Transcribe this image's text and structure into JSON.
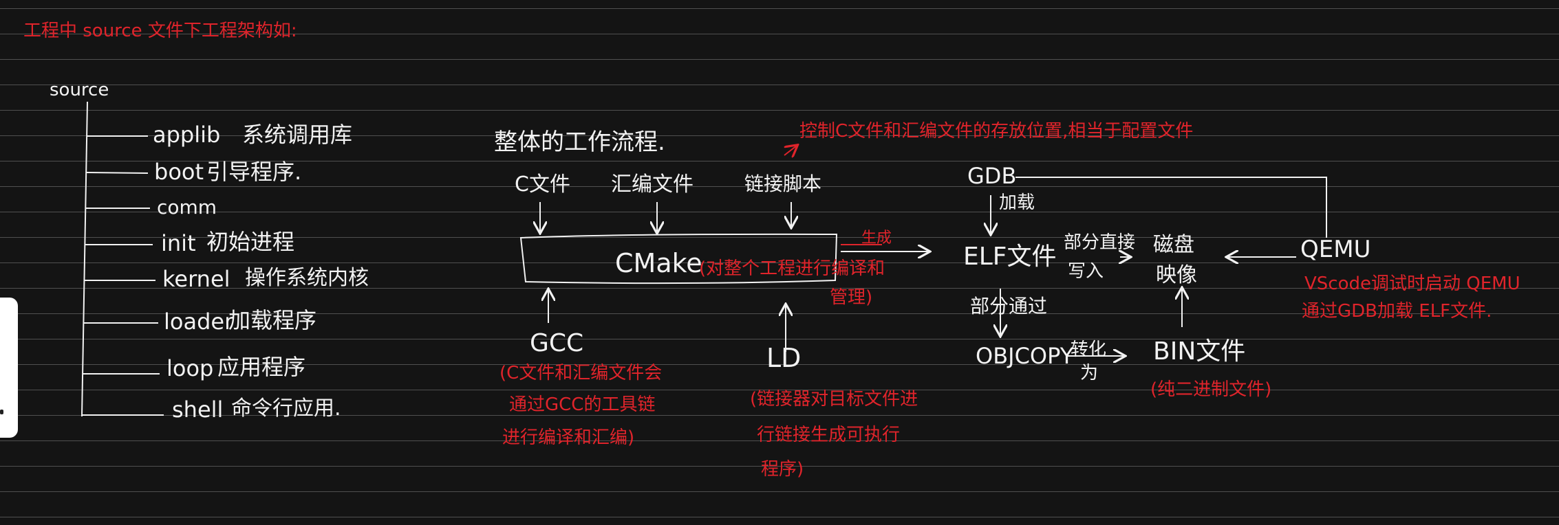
{
  "heading": "工程中 source 文件下工程架构如:",
  "tree": {
    "root": "source",
    "items": [
      {
        "name": "applib",
        "desc": "系统调用库"
      },
      {
        "name": "boot",
        "desc": "引导程序."
      },
      {
        "name": "comm",
        "desc": ""
      },
      {
        "name": "init",
        "desc": "初始进程"
      },
      {
        "name": "kernel",
        "desc": "操作系统内核"
      },
      {
        "name": "loader",
        "desc": "加载程序"
      },
      {
        "name": "loop",
        "desc": "应用程序"
      },
      {
        "name": "shell",
        "desc": "命令行应用."
      }
    ]
  },
  "workflow": {
    "title": "整体的工作流程.",
    "inputs": {
      "c_file": "C文件",
      "asm_file": "汇编文件",
      "link_script": "链接脚本"
    },
    "link_script_note": "控制C文件和汇编文件的存放位置,相当于配置文件",
    "cmake": "CMake",
    "cmake_note_line1": "(对整个工程进行编译和",
    "cmake_note_line2": "管理)",
    "generate_label": "生成",
    "gcc": "GCC",
    "gcc_note": [
      "(C文件和汇编文件会",
      "通过GCC的工具链",
      "进行编译和汇编)"
    ],
    "ld": "LD",
    "ld_note": [
      "(链接器对目标文件进",
      "行链接生成可执行",
      "程序)"
    ],
    "gdb": "GDB",
    "load_label": "加载",
    "elf": "ELF文件",
    "direct_write_line1": "部分直接",
    "direct_write_line2": "写入",
    "partial_via": "部分通过",
    "objcopy": "OBJCOPY",
    "convert_line1": "转化",
    "convert_line2": "为",
    "disk_line1": "磁盘",
    "disk_line2": "映像",
    "bin": "BIN文件",
    "bin_note": "(纯二进制文件)",
    "qemu": "QEMU",
    "qemu_note_line1": "VScode调试时启动 QEMU",
    "qemu_note_line2": "通过GDB加载 ELF文件."
  }
}
